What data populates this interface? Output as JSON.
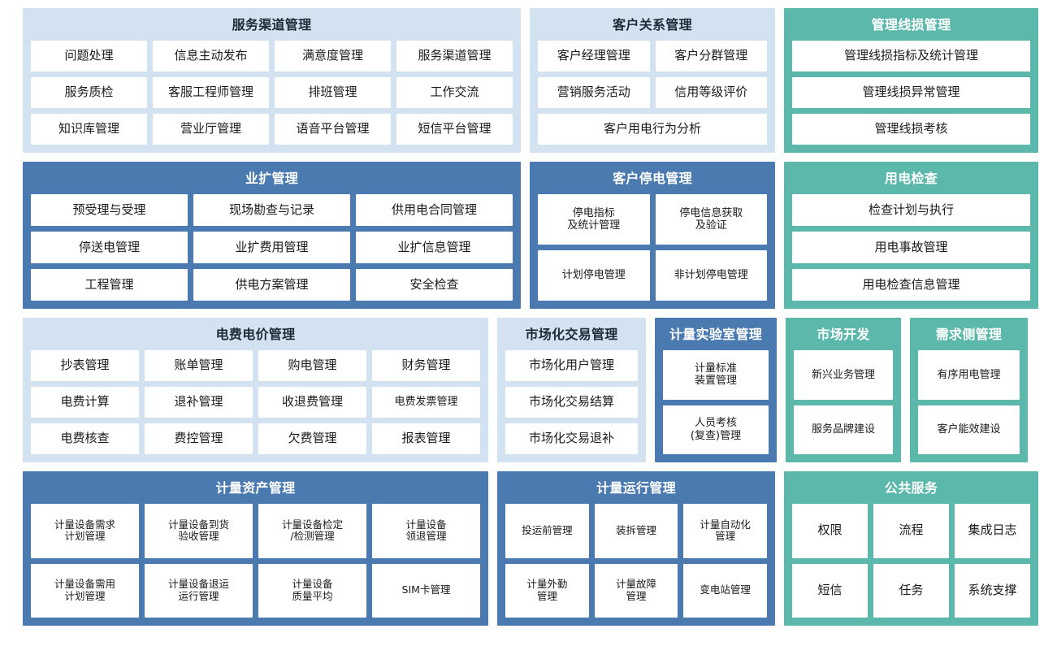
{
  "theme": {
    "light_panel_bg": "#d3e2f0",
    "blue_panel_bg": "#4a7ab0",
    "teal_panel_bg": "#5bb8ab",
    "cell_bg": "#ffffff",
    "page_bg": "#ffffff",
    "dark_title_color": "#1c2a36",
    "light_title_color": "#ffffff"
  },
  "rows": [
    {
      "panels": [
        {
          "title": "服务渠道管理",
          "style": "light",
          "cells": [
            [
              "问题处理",
              "信息主动发布",
              "满意度管理",
              "服务渠道管理"
            ],
            [
              "服务质检",
              "客服工程师管理",
              "排班管理",
              "工作交流"
            ],
            [
              "知识库管理",
              "营业厅管理",
              "语音平台管理",
              "短信平台管理"
            ]
          ]
        },
        {
          "title": "客户关系管理",
          "style": "light",
          "cells": [
            [
              "客户经理管理",
              "客户分群管理"
            ],
            [
              "营销服务活动",
              "信用等级评价"
            ],
            [
              "客户用电行为分析"
            ]
          ]
        },
        {
          "title": "管理线损管理",
          "style": "teal",
          "cells": [
            [
              "管理线损指标及统计管理"
            ],
            [
              "管理线损异常管理"
            ],
            [
              "管理线损考核"
            ]
          ]
        }
      ]
    },
    {
      "panels": [
        {
          "title": "业扩管理",
          "style": "blue",
          "cells": [
            [
              "预受理与受理",
              "现场勘查与记录",
              "供用电合同管理"
            ],
            [
              "停送电管理",
              "业扩费用管理",
              "业扩信息管理"
            ],
            [
              "工程管理",
              "供电方案管理",
              "安全检查"
            ]
          ]
        },
        {
          "title": "客户停电管理",
          "style": "blue",
          "cells": [
            [
              "停电指标\n及统计管理",
              "停电信息获取\n及验证"
            ],
            [
              "计划停电管理",
              "非计划停电管理"
            ]
          ]
        },
        {
          "title": "用电检查",
          "style": "teal",
          "cells": [
            [
              "检查计划与执行"
            ],
            [
              "用电事故管理"
            ],
            [
              "用电检查信息管理"
            ]
          ]
        }
      ]
    },
    {
      "panels": [
        {
          "title": "电费电价管理",
          "style": "light",
          "cells": [
            [
              "抄表管理",
              "账单管理",
              "购电管理",
              "财务管理"
            ],
            [
              "电费计算",
              "退补管理",
              "收退费管理",
              "电费发票管理"
            ],
            [
              "电费核查",
              "费控管理",
              "欠费管理",
              "报表管理"
            ]
          ]
        },
        {
          "title": "市场化交易管理",
          "style": "light",
          "cells": [
            [
              "市场化用户管理"
            ],
            [
              "市场化交易结算"
            ],
            [
              "市场化交易退补"
            ]
          ]
        },
        {
          "title": "计量实验室管理",
          "style": "blue",
          "cells": [
            [
              "计量标准\n装置管理"
            ],
            [
              "人员考核\n(复查)管理"
            ]
          ]
        },
        {
          "title": "市场开发",
          "style": "teal",
          "cells": [
            [
              "新兴业务管理"
            ],
            [
              "服务品牌建设"
            ]
          ]
        },
        {
          "title": "需求侧管理",
          "style": "teal",
          "cells": [
            [
              "有序用电管理"
            ],
            [
              "客户能效建设"
            ]
          ]
        }
      ]
    },
    {
      "panels": [
        {
          "title": "计量资产管理",
          "style": "blue",
          "cells": [
            [
              "计量设备需求\n计划管理",
              "计量设备到货\n验收管理",
              "计量设备检定\n/检测管理",
              "计量设备\n领退管理"
            ],
            [
              "计量设备需用\n计划管理",
              "计量设备退运\n运行管理",
              "计量设备\n质量平均",
              "SIM卡管理"
            ]
          ]
        },
        {
          "title": "计量运行管理",
          "style": "blue",
          "cells": [
            [
              "投运前管理",
              "装拆管理",
              "计量自动化\n管理"
            ],
            [
              "计量外勤\n管理",
              "计量故障\n管理",
              "变电站管理"
            ]
          ]
        },
        {
          "title": "公共服务",
          "style": "teal",
          "cells": [
            [
              "权限",
              "流程",
              "集成日志"
            ],
            [
              "短信",
              "任务",
              "系统支撑"
            ]
          ]
        }
      ]
    }
  ]
}
